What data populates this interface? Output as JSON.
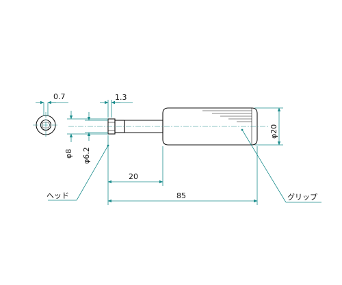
{
  "dimensions": {
    "head_slot": "0.7",
    "head_step": "1.3",
    "dia_head": "φ8",
    "dia_shaft": "φ6.2",
    "dia_grip": "φ20",
    "len_head_shaft": "20",
    "len_total": "85"
  },
  "callouts": {
    "head": "ヘッド",
    "grip": "グリップ"
  },
  "colors": {
    "dimension_line": "#1a8c8c",
    "outline": "#111111"
  }
}
